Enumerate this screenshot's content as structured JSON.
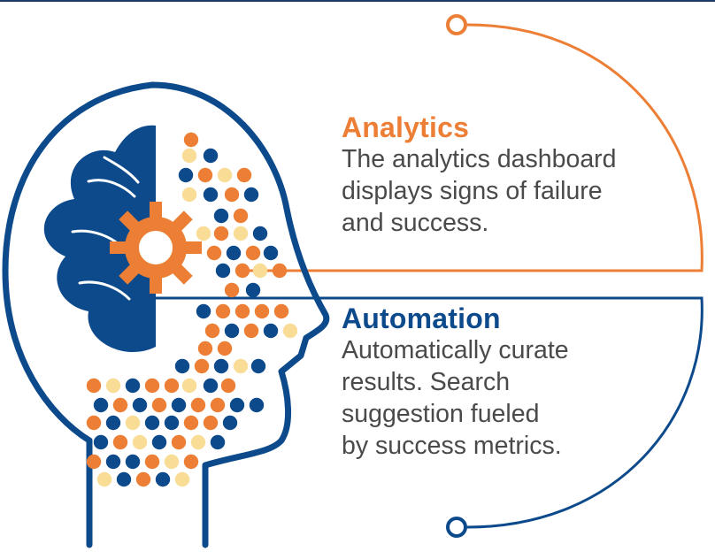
{
  "colors": {
    "navy": "#0d4a8c",
    "orange": "#ec7f35",
    "pale_yellow": "#f9dd97",
    "text_gray": "#4a4a4a",
    "top_rule": "#1c3a66"
  },
  "icons": {
    "head": "head-profile-icon",
    "brain": "brain-lobes-icon",
    "gear": "gear-icon",
    "top_node": "ring-node-icon",
    "bottom_node": "ring-node-icon"
  },
  "analytics": {
    "title": "Analytics",
    "lines": [
      "The analytics dashboard",
      "displays signs of failure",
      "and success."
    ]
  },
  "automation": {
    "title": "Automation",
    "lines": [
      "Automatically curate",
      "results. Search",
      "suggestion fueled",
      "by success metrics."
    ]
  }
}
